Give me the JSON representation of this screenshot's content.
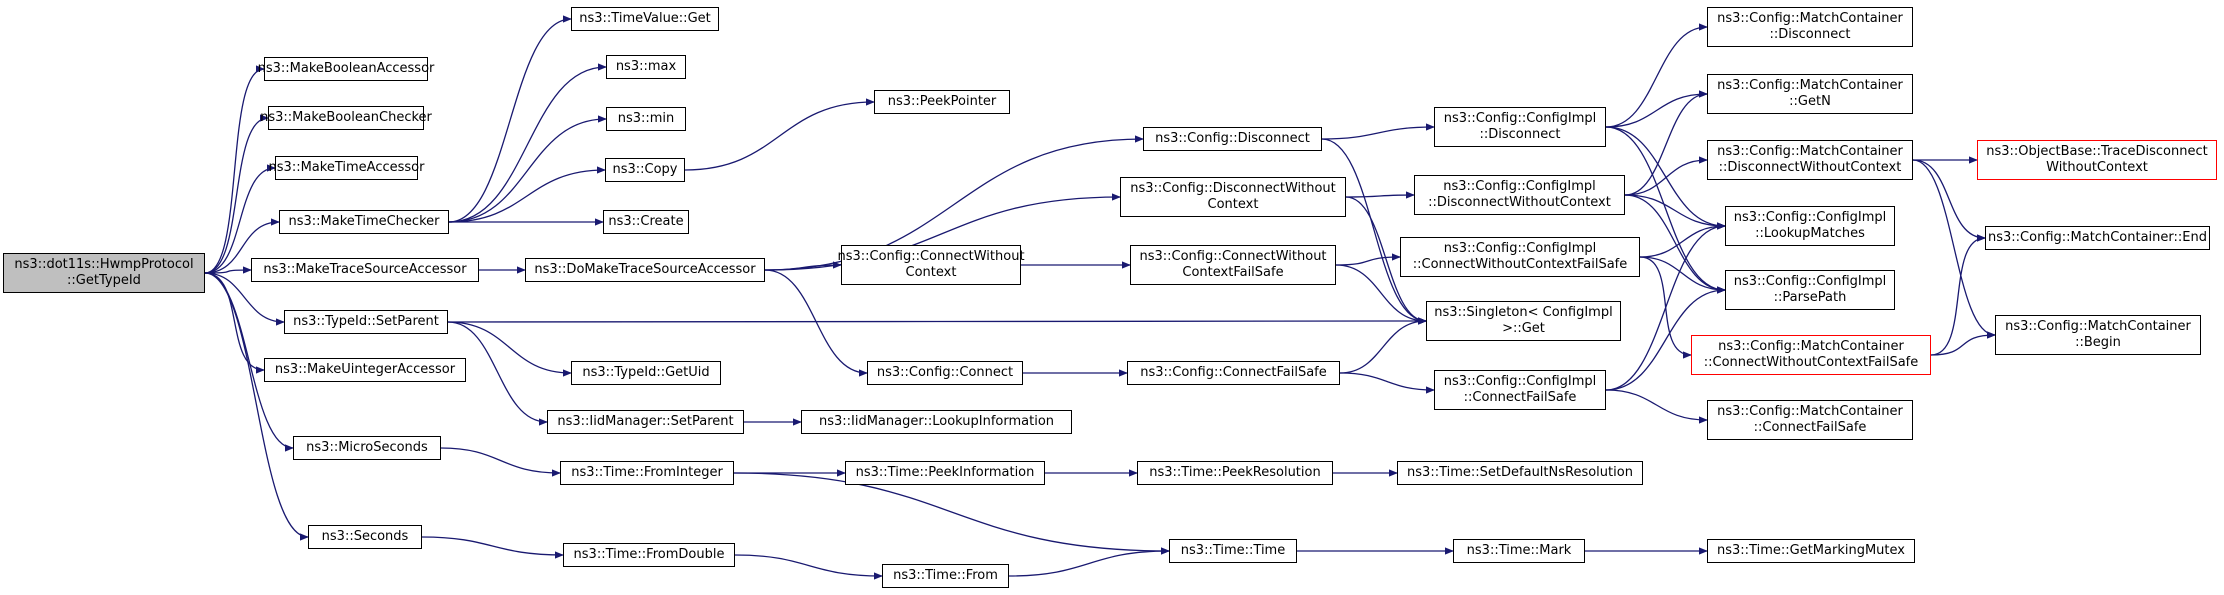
{
  "graph": {
    "colors": {
      "edge": "#191970",
      "root_fill": "#bfbfbf",
      "highlight_border": "#ff0000"
    },
    "nodes": [
      {
        "id": "gettypeid",
        "label": "ns3::dot11s::HwmpProtocol\n::GetTypeId",
        "style": "root"
      },
      {
        "id": "makebooleanaccessor",
        "label": "ns3::MakeBooleanAccessor"
      },
      {
        "id": "makebooleanchecker",
        "label": "ns3::MakeBooleanChecker"
      },
      {
        "id": "maketimeaccessor",
        "label": "ns3::MakeTimeAccessor"
      },
      {
        "id": "maketimechecker",
        "label": "ns3::MakeTimeChecker"
      },
      {
        "id": "maketracesourceaccessor",
        "label": "ns3::MakeTraceSourceAccessor"
      },
      {
        "id": "typeid-setparent",
        "label": "ns3::TypeId::SetParent"
      },
      {
        "id": "makeuintegeraccessor",
        "label": "ns3::MakeUintegerAccessor"
      },
      {
        "id": "microseconds",
        "label": "ns3::MicroSeconds"
      },
      {
        "id": "seconds",
        "label": "ns3::Seconds"
      },
      {
        "id": "timevalue-get",
        "label": "ns3::TimeValue::Get"
      },
      {
        "id": "max",
        "label": "ns3::max"
      },
      {
        "id": "min",
        "label": "ns3::min"
      },
      {
        "id": "copy",
        "label": "ns3::Copy"
      },
      {
        "id": "create",
        "label": "ns3::Create"
      },
      {
        "id": "domaketracesourceaccessor",
        "label": "ns3::DoMakeTraceSourceAccessor"
      },
      {
        "id": "typeid-getuid",
        "label": "ns3::TypeId::GetUid"
      },
      {
        "id": "iidmanager-setparent",
        "label": "ns3::IidManager::SetParent"
      },
      {
        "id": "time-frominteger",
        "label": "ns3::Time::FromInteger"
      },
      {
        "id": "time-fromdouble",
        "label": "ns3::Time::FromDouble"
      },
      {
        "id": "peekpointer",
        "label": "ns3::PeekPointer"
      },
      {
        "id": "config-connectwithoutcontext",
        "label": "ns3::Config::ConnectWithout\nContext"
      },
      {
        "id": "config-connect",
        "label": "ns3::Config::Connect"
      },
      {
        "id": "iidmanager-lookupinformation",
        "label": "ns3::IidManager::LookupInformation"
      },
      {
        "id": "time-peekinformation",
        "label": "ns3::Time::PeekInformation"
      },
      {
        "id": "time-from",
        "label": "ns3::Time::From"
      },
      {
        "id": "config-disconnect",
        "label": "ns3::Config::Disconnect"
      },
      {
        "id": "config-disconnectwithoutcontext",
        "label": "ns3::Config::DisconnectWithout\nContext"
      },
      {
        "id": "config-connectwithoutcontextfailsafe",
        "label": "ns3::Config::ConnectWithout\nContextFailSafe"
      },
      {
        "id": "config-connectfailsafe",
        "label": "ns3::Config::ConnectFailSafe"
      },
      {
        "id": "time-peekresolution",
        "label": "ns3::Time::PeekResolution"
      },
      {
        "id": "time-time",
        "label": "ns3::Time::Time"
      },
      {
        "id": "configimpl-disconnect",
        "label": "ns3::Config::ConfigImpl\n::Disconnect"
      },
      {
        "id": "configimpl-disconnectwithoutcontext",
        "label": "ns3::Config::ConfigImpl\n::DisconnectWithoutContext"
      },
      {
        "id": "configimpl-connectwithoutcontextfailsafe",
        "label": "ns3::Config::ConfigImpl\n::ConnectWithoutContextFailSafe"
      },
      {
        "id": "singleton-get",
        "label": "ns3::Singleton< ConfigImpl\n>::Get"
      },
      {
        "id": "configimpl-connectfailsafe",
        "label": "ns3::Config::ConfigImpl\n::ConnectFailSafe"
      },
      {
        "id": "time-setdefaultnsresolution",
        "label": "ns3::Time::SetDefaultNsResolution"
      },
      {
        "id": "time-mark",
        "label": "ns3::Time::Mark"
      },
      {
        "id": "matchcontainer-disconnect",
        "label": "ns3::Config::MatchContainer\n::Disconnect"
      },
      {
        "id": "matchcontainer-getn",
        "label": "ns3::Config::MatchContainer\n::GetN"
      },
      {
        "id": "matchcontainer-disconnectwithoutcontext",
        "label": "ns3::Config::MatchContainer\n::DisconnectWithoutContext"
      },
      {
        "id": "configimpl-lookupmatches",
        "label": "ns3::Config::ConfigImpl\n::LookupMatches"
      },
      {
        "id": "configimpl-parsepath",
        "label": "ns3::Config::ConfigImpl\n::ParsePath"
      },
      {
        "id": "matchcontainer-connectwithoutcontextfailsafe",
        "label": "ns3::Config::MatchContainer\n::ConnectWithoutContextFailSafe",
        "style": "red"
      },
      {
        "id": "matchcontainer-connectfailsafe",
        "label": "ns3::Config::MatchContainer\n::ConnectFailSafe"
      },
      {
        "id": "time-getmarkingmutex",
        "label": "ns3::Time::GetMarkingMutex"
      },
      {
        "id": "objectbase-tracedisconnectwithoutcontext",
        "label": "ns3::ObjectBase::TraceDisconnect\nWithoutContext",
        "style": "red"
      },
      {
        "id": "matchcontainer-end",
        "label": "ns3::Config::MatchContainer::End"
      },
      {
        "id": "matchcontainer-begin",
        "label": "ns3::Config::MatchContainer\n::Begin"
      }
    ]
  }
}
